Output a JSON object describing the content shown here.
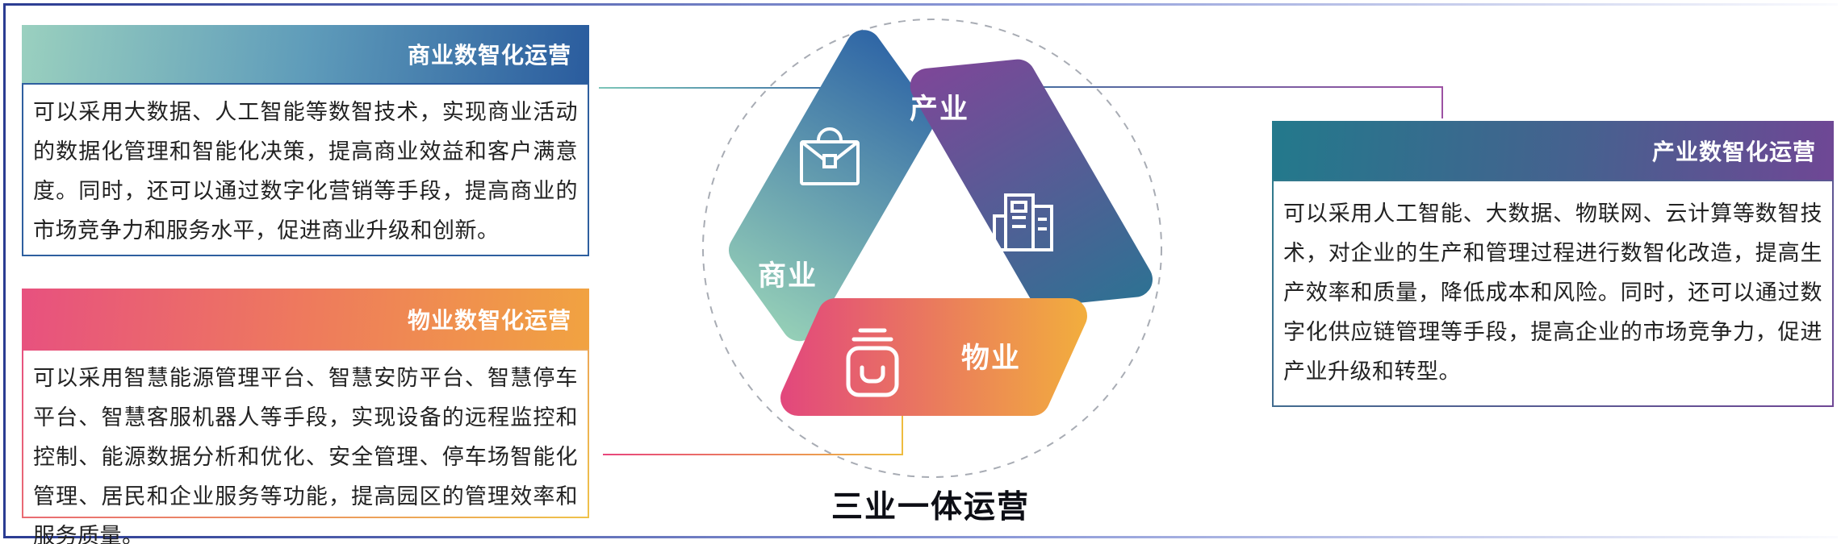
{
  "cards": {
    "shangye": {
      "title": "商业数智化运营",
      "body": "可以采用大数据、人工智能等数智技术，实现商业活动的数据化管理和智能化决策，提高商业效益和客户满意度。同时，还可以通过数字化营销等手段，提高商业的市场竞争力和服务水平，促进商业升级和创新。"
    },
    "wuye": {
      "title": "物业数智化运营",
      "body": "可以采用智慧能源管理平台、智慧安防平台、智慧停车平台、智慧客服机器人等手段，实现设备的远程监控和控制、能源数据分析和优化、安全管理、停车场智能化管理、居民和企业服务等功能，提高园区的管理效率和服务质量。"
    },
    "chanye": {
      "title": "产业数智化运营",
      "body": "可以采用人工智能、大数据、物联网、云计算等数智技术，对企业的生产和管理过程进行数智化改造，提高生产效率和质量，降低成本和风险。同时，还可以通过数字化供应链管理等手段，提高企业的市场竞争力，促进产业升级和转型。"
    }
  },
  "diagram": {
    "label_shangye": "商业",
    "label_chanye": "产业",
    "label_wuye": "物业",
    "caption": "三业一体运营",
    "icons": [
      "briefcase-icon",
      "buildings-icon",
      "storage-box-icon"
    ],
    "colors": {
      "shangye_blue": "#2f66a6",
      "shangye_mint": "#95cfb7",
      "chanye_blue": "#2f7193",
      "chanye_purple": "#7d4798",
      "wuye_pink": "#e2477d",
      "wuye_orange": "#f2ae3d",
      "frame_navy": "#2b3c92"
    }
  }
}
